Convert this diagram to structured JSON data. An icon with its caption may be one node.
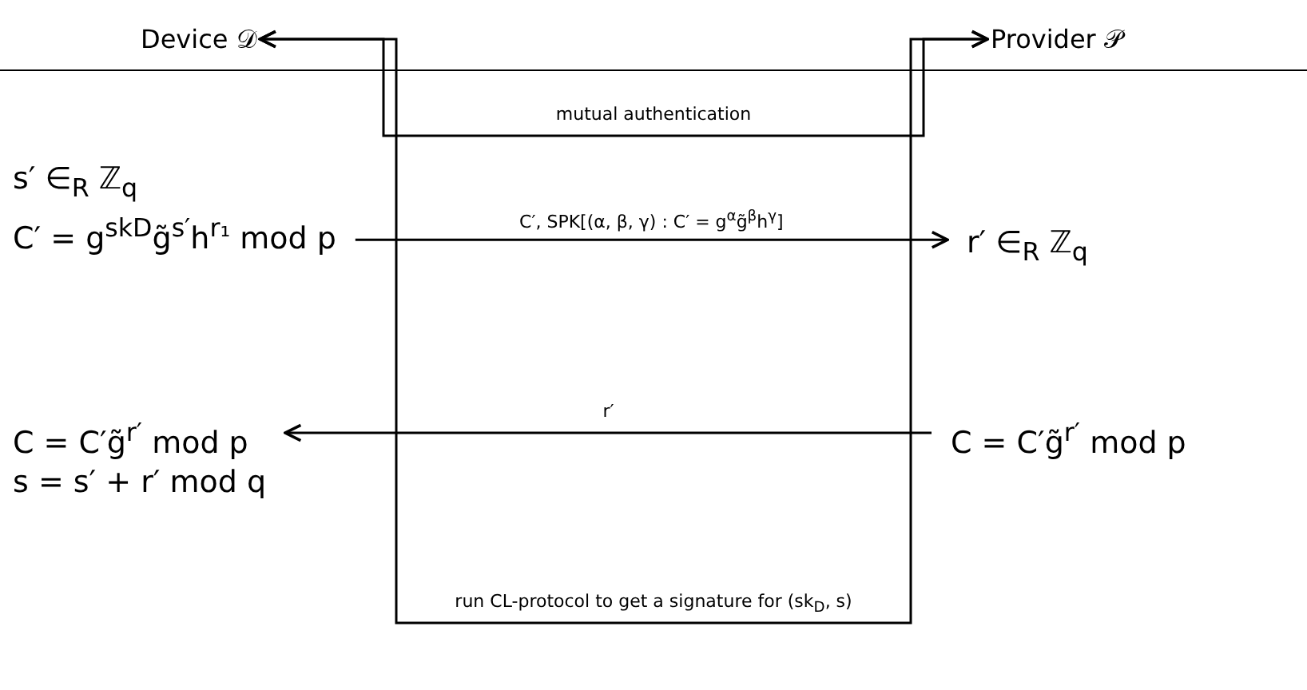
{
  "diagram": {
    "nodes": [
      {
        "text": [
          "Device 𝒟"
        ]
      },
      {
        "text": [
          "Provider 𝒫"
        ]
      },
      {
        "text": [
          "s′ ∈$_{R}$ ℤ$_{q}$",
          "C′ = g$^{skD}$g̃$^{s′}$h$^{r₁}$ mod p"
        ]
      },
      {
        "text": [
          "r′ ∈$_{R}$ ℤ$_{q}$"
        ]
      },
      {
        "text": [
          "C = C′g̃$^{r′}$ mod p",
          "s = s′ + r′ mod q"
        ]
      },
      {
        "text": [
          "C = C′g̃$^{r′}$ mod p"
        ]
      }
    ],
    "edges": [
      {
        "from": 0,
        "to": 1,
        "arrow": "both",
        "label": "mutual authentication"
      },
      {
        "from": 2,
        "to": 3,
        "arrow": "to",
        "label": "C′, SPK[(α, β, γ) : C′ = g$^{α}$g̃$^{β}$h$^{γ}$]"
      },
      {
        "from": 5,
        "to": 4,
        "arrow": "to",
        "label": "r′"
      },
      {
        "from": 0,
        "to": 1,
        "arrow": "both",
        "label": "run CL-protocol to get a signature for (sk$_{D}$, s)"
      }
    ]
  }
}
